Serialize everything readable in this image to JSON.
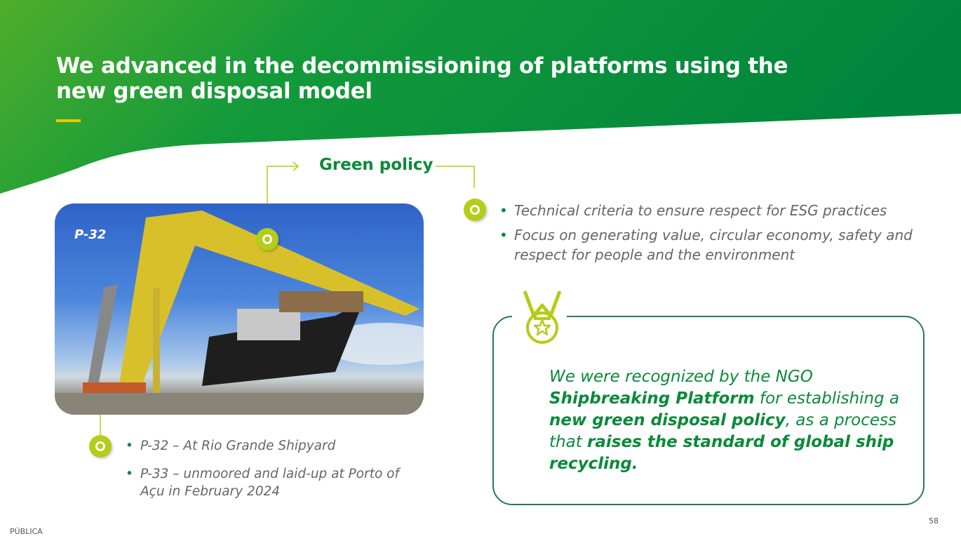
{
  "title": "We advanced in the decommissioning of platforms using the new green disposal model",
  "green_policy": {
    "heading": "Green policy",
    "bullets": [
      "Technical criteria to ensure respect for ESG practices",
      "Focus on generating value, circular economy, safety and respect for people and the environment"
    ]
  },
  "photo": {
    "label": "P-32"
  },
  "platforms": [
    "P-32 – At Rio Grande Shipyard",
    "P-33 – unmoored and laid-up at Porto of Açu in February 2024"
  ],
  "recognition": {
    "p1": "We were recognized by the NGO ",
    "b1": "Shipbreaking Platform",
    "p2": " for establishing a ",
    "b2": "new green disposal policy",
    "p3": ", as a process that ",
    "b3": "raises the standard of global ship recycling."
  },
  "footer": {
    "classification": "PÚBLICA",
    "page": "58"
  },
  "colors": {
    "primary_green": "#0a8a3a",
    "lime": "#b5cc18",
    "yellow": "#f5c400"
  }
}
